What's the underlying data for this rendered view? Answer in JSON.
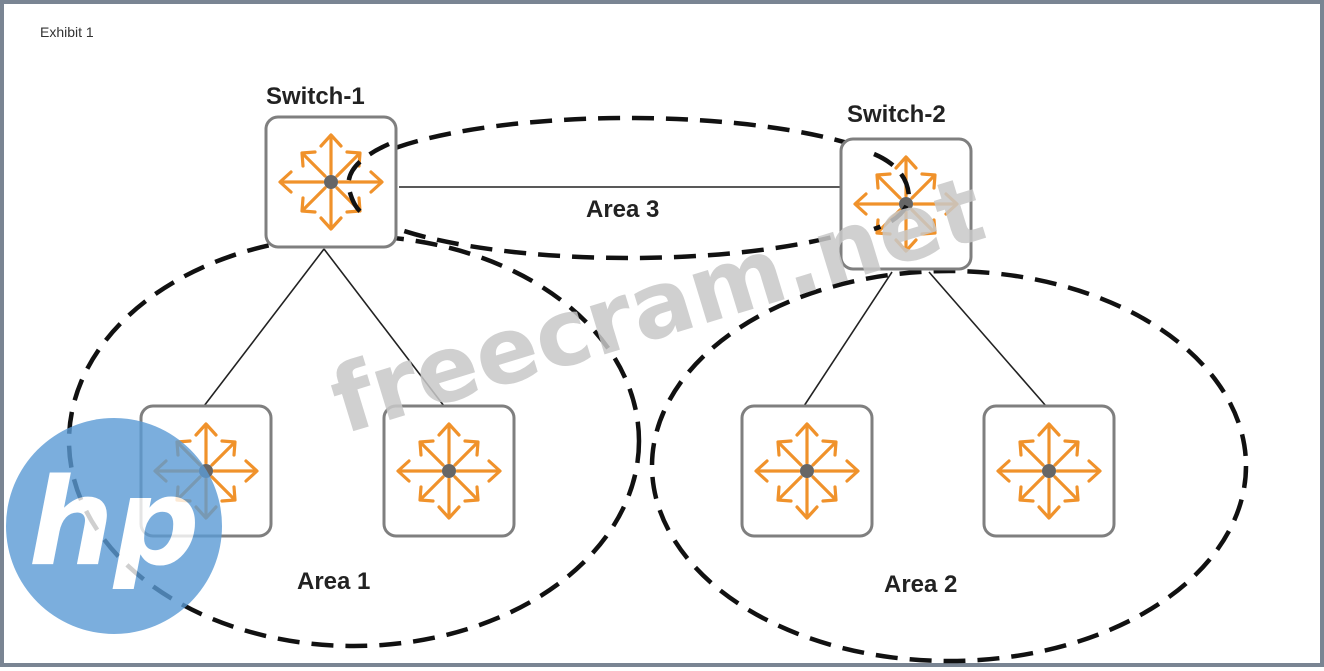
{
  "exhibit_label": "Exhibit 1",
  "nodes": {
    "switch1_label": "Switch-1",
    "switch2_label": "Switch-2"
  },
  "areas": {
    "area1": "Area 1",
    "area2": "Area 2",
    "area3": "Area 3"
  },
  "watermark": {
    "text": "freecram.net",
    "logo": "hp"
  },
  "colors": {
    "arrow": "#f0922b",
    "device_border": "#7f7f7f",
    "hub": "#666666",
    "dash": "#111111",
    "watermark_text": "#c8c8c8",
    "logo": "#5b9bd5"
  }
}
